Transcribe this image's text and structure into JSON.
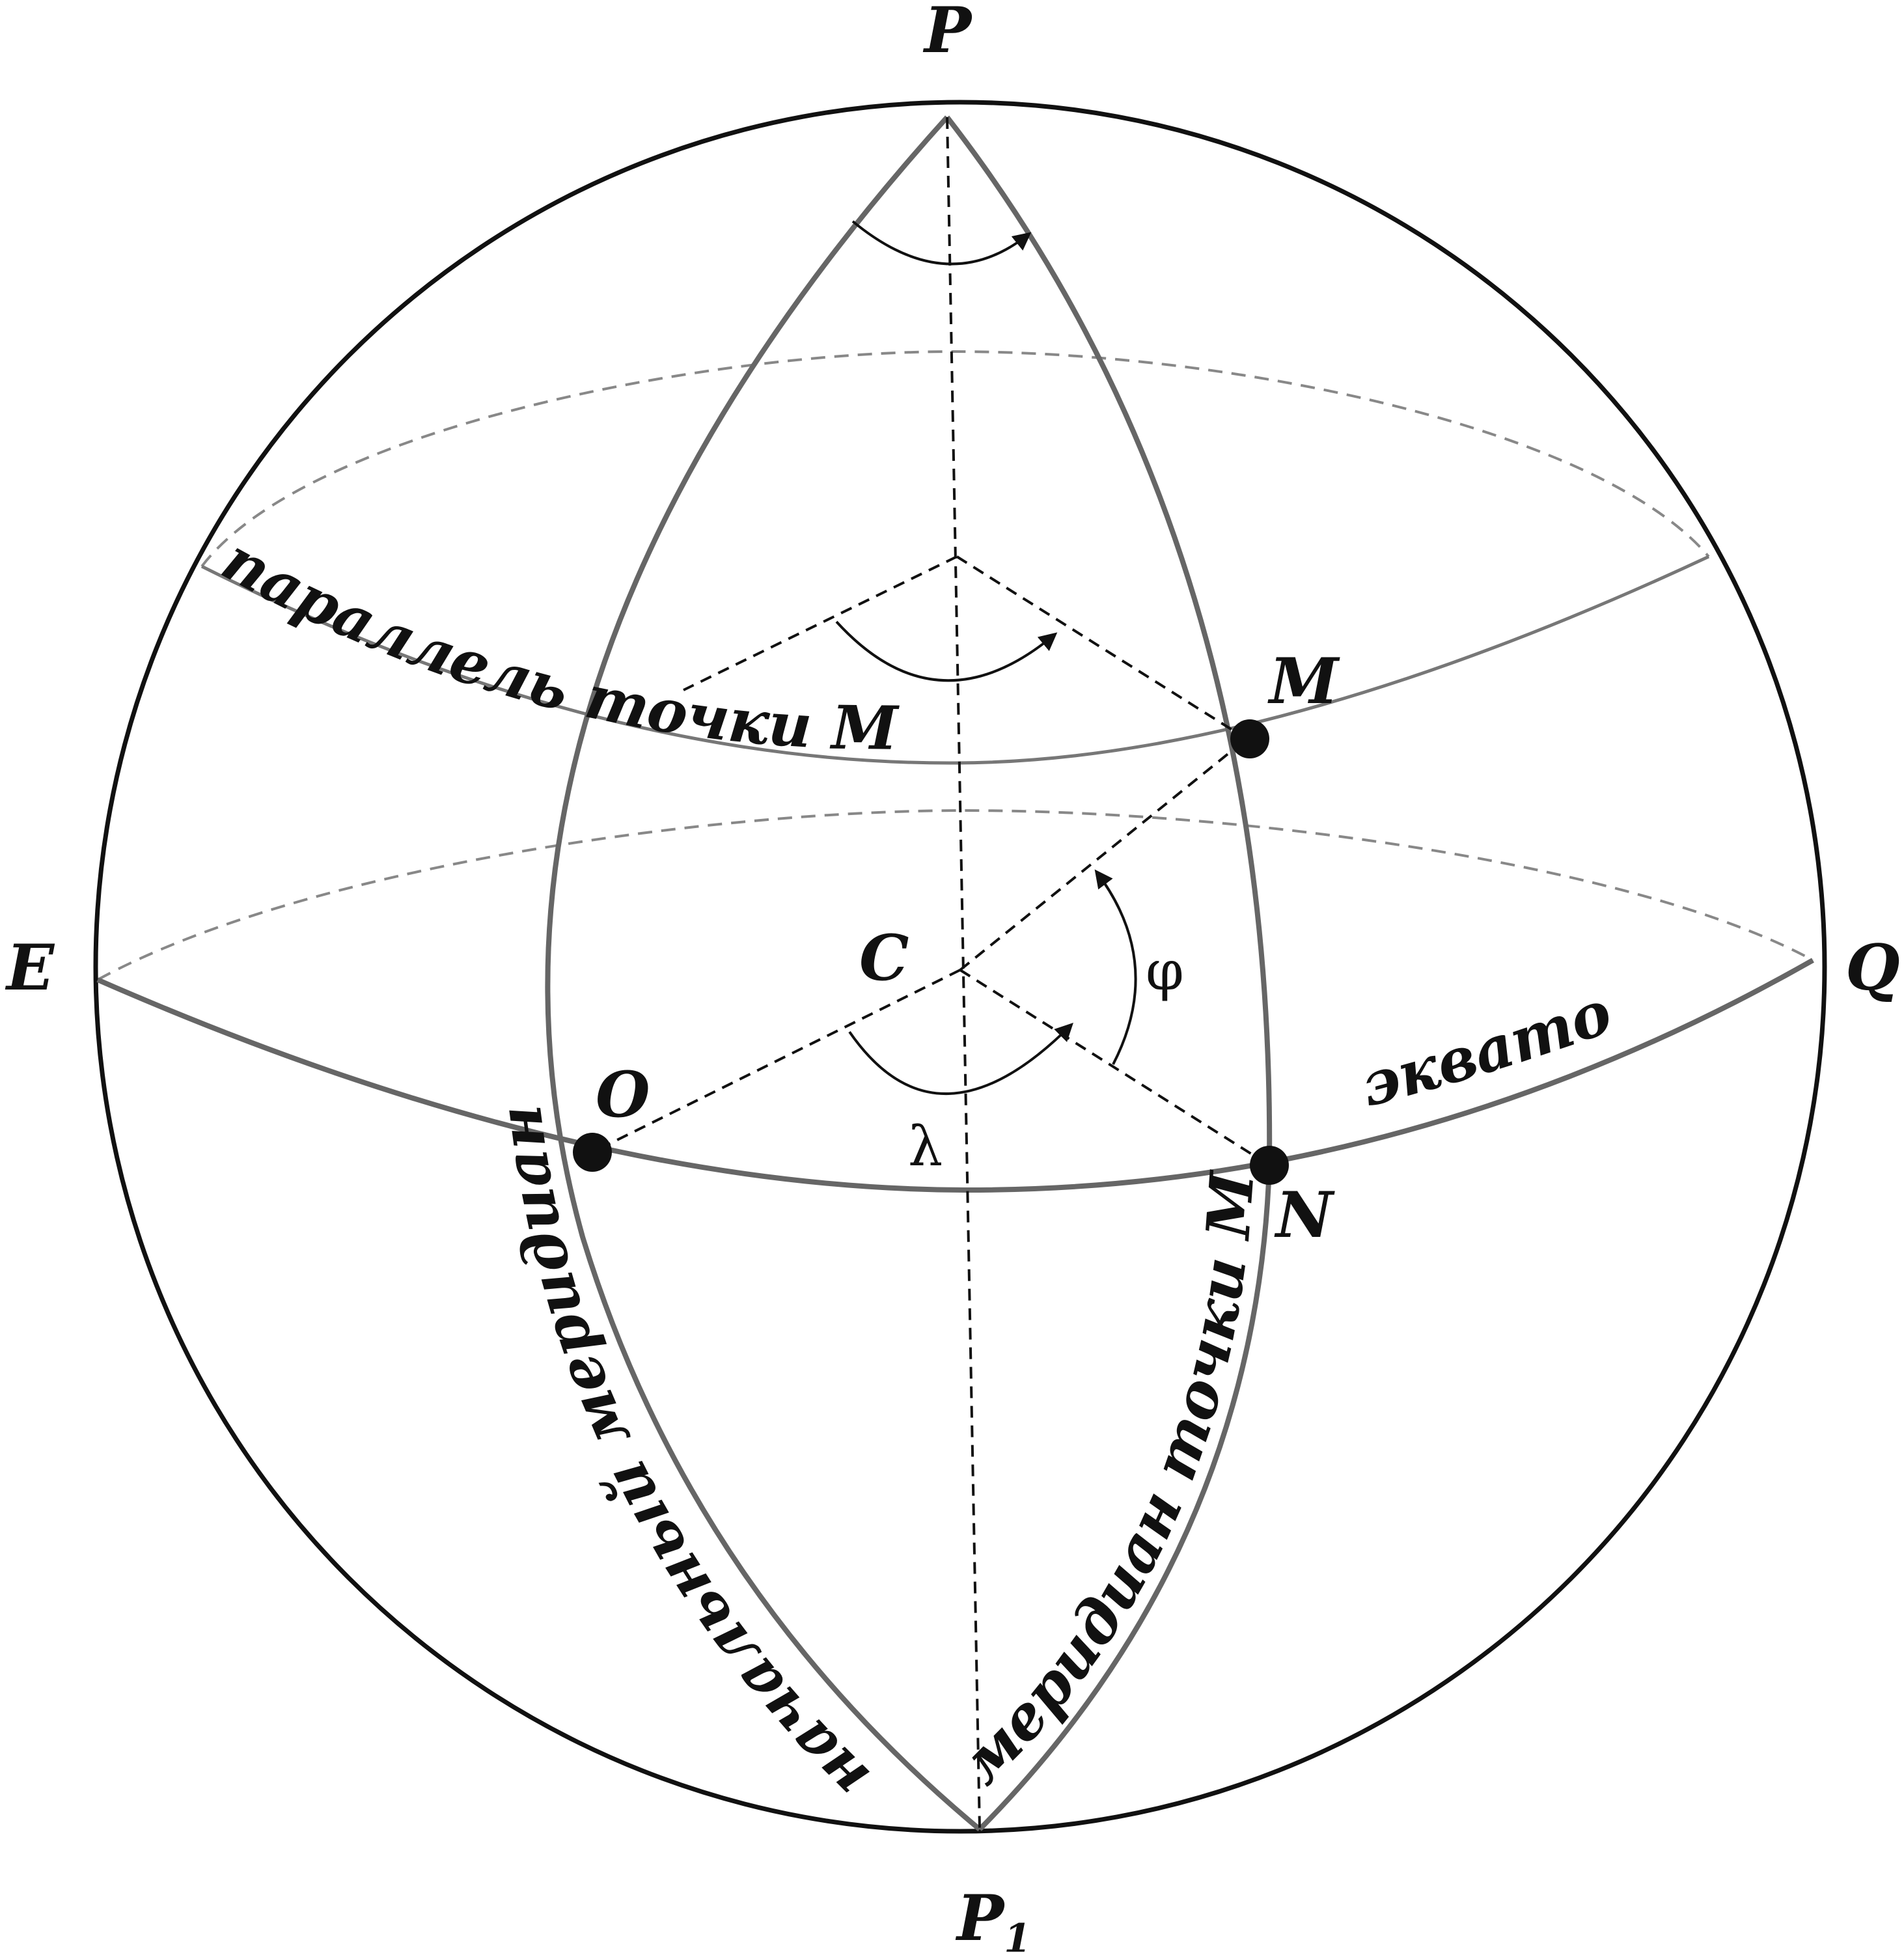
{
  "points": {
    "P": "P",
    "P1_main": "P",
    "P1_sub": "1",
    "E": "E",
    "Q": "Q",
    "C": "C",
    "M": "M",
    "O": "O",
    "N": "N"
  },
  "angles": {
    "latitude": "φ",
    "longitude": "λ"
  },
  "curves": {
    "parallel": "параллель точки M",
    "equator": "экватор",
    "prime_meridian": "начальный меридиан",
    "meridian_m": "меридиан точки M"
  },
  "colors": {
    "sphere": "#111111",
    "meridians": "#666666",
    "dashed": "#111111",
    "hidden": "#888888",
    "points": "#111111"
  }
}
